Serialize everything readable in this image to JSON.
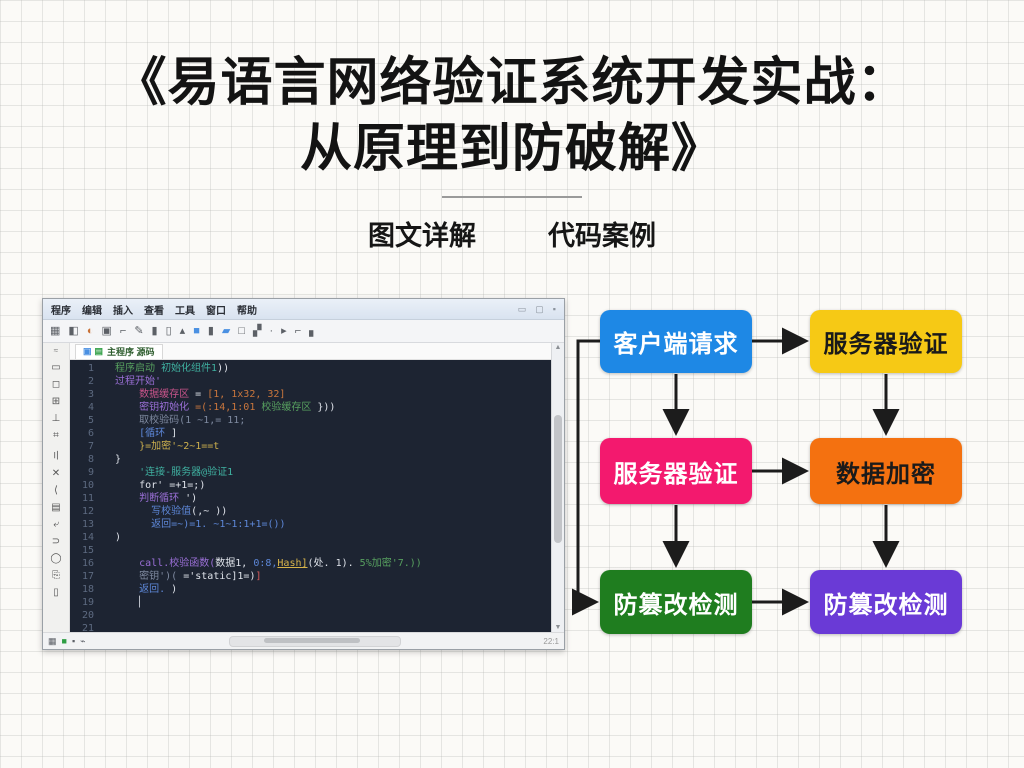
{
  "title": {
    "line1": "《易语言网络验证系统开发实战：",
    "line2": "从原理到防破解》"
  },
  "subtitle": {
    "left": "图文详解",
    "right": "代码案例"
  },
  "ide": {
    "menu": {
      "items": [
        "程序",
        "编辑",
        "插入",
        "查看",
        "工具",
        "窗口",
        "帮助"
      ]
    },
    "window_controls": [
      "▭",
      "▢",
      "▪"
    ],
    "toolbar": {
      "icons": [
        {
          "g": "▦",
          "c": "gry"
        },
        {
          "g": "◧",
          "c": "gry"
        },
        {
          "g": "◐",
          "c": "org"
        },
        {
          "g": "▣",
          "c": "gry"
        },
        {
          "g": "⌐",
          "c": "gry"
        },
        {
          "g": "✎",
          "c": "gry"
        },
        {
          "g": "▮",
          "c": "gry"
        },
        {
          "g": "▯",
          "c": "gry"
        },
        {
          "g": "▴",
          "c": "gry"
        },
        {
          "g": "■",
          "c": "blu"
        },
        {
          "g": "▮",
          "c": "gry"
        },
        {
          "g": "▰",
          "c": "blu"
        },
        {
          "g": "□",
          "c": "gry"
        },
        {
          "g": "▞",
          "c": "gry"
        },
        {
          "g": "·",
          "c": "gry"
        },
        {
          "g": "▸",
          "c": "gry"
        },
        {
          "g": "⌐",
          "c": "gry"
        },
        {
          "g": "▖",
          "c": "gry"
        }
      ]
    },
    "left_toolbar": {
      "top_label": "≈",
      "icons": [
        "▭",
        "◻",
        "⊞",
        "⊥",
        "⌗",
        "〢",
        "✕",
        "⟨",
        "▤",
        "⤶",
        "⊃",
        "◯",
        "⎘",
        "▯"
      ]
    },
    "tabbar": {
      "tab_icons": [
        {
          "g": "▣",
          "c": "blu"
        },
        {
          "g": "▤",
          "c": "grn2"
        }
      ],
      "tab_label": "主程序 源码"
    },
    "editor": {
      "lines": [
        {
          "n": "1",
          "tokens": [
            {
              "t": "  程序启动 ",
              "c": "grn"
            },
            {
              "t": "初始化组件1",
              "c": "tea"
            },
            {
              "t": "))",
              "c": "wht"
            }
          ]
        },
        {
          "n": "2",
          "tokens": [
            {
              "t": "  过程开始'",
              "c": "pur"
            }
          ]
        },
        {
          "n": "3",
          "tokens": [
            {
              "t": "      数据缓存区",
              "c": "pnk"
            },
            {
              "t": " = ",
              "c": "wht"
            },
            {
              "t": "[1, 1x32, 32]",
              "c": "org"
            }
          ]
        },
        {
          "n": "4",
          "tokens": [
            {
              "t": "      密钥初始化",
              "c": "pur"
            },
            {
              "t": " =(:14,1:01 ",
              "c": "org"
            },
            {
              "t": "校验缓存区",
              "c": "grn"
            },
            {
              "t": " }))",
              "c": "wht"
            }
          ]
        },
        {
          "n": "5",
          "tokens": [
            {
              "t": "      取校验码(1 ~1,= 11;",
              "c": "gry"
            }
          ]
        },
        {
          "n": "6",
          "tokens": [
            {
              "t": "      [循环 ",
              "c": "blu"
            },
            {
              "t": "]",
              "c": "wht"
            }
          ]
        },
        {
          "n": "7",
          "tokens": [
            {
              "t": "      }=加密'~2~1==t",
              "c": "yel"
            }
          ]
        },
        {
          "n": "8",
          "tokens": [
            {
              "t": "  }",
              "c": "wht"
            }
          ]
        },
        {
          "n": "9",
          "tokens": [
            {
              "t": "      '连接-服务器@验证1",
              "c": "tea"
            }
          ]
        },
        {
          "n": "10",
          "tokens": [
            {
              "t": "      for' =+1=;)",
              "c": "wht"
            }
          ]
        },
        {
          "n": "11",
          "tokens": [
            {
              "t": "      判断循环 ",
              "c": "pur"
            },
            {
              "t": "')",
              "c": "wht"
            }
          ]
        },
        {
          "n": "12",
          "tokens": [
            {
              "t": "        写校验值",
              "c": "blu"
            },
            {
              "t": "(,~ ))",
              "c": "wht"
            }
          ]
        },
        {
          "n": "13",
          "tokens": [
            {
              "t": "        返回=~)=1. ~1~1:1+1=())",
              "c": "blu"
            }
          ]
        },
        {
          "n": "14",
          "tokens": [
            {
              "t": "  )",
              "c": "wht"
            }
          ]
        },
        {
          "n": "15",
          "tokens": []
        },
        {
          "n": "16",
          "tokens": [
            {
              "t": "      call.校验函数(",
              "c": "pur"
            },
            {
              "t": "数据1, ",
              "c": "wht"
            },
            {
              "t": "0:8,",
              "c": "blu"
            },
            {
              "t": "Hash]",
              "c": "yelu"
            },
            {
              "t": "(处. 1). ",
              "c": "wht"
            },
            {
              "t": "5%加密'7.))",
              "c": "grn"
            }
          ]
        },
        {
          "n": "17",
          "tokens": [
            {
              "t": "      密钥')( ",
              "c": "gry"
            },
            {
              "t": "='static]1=)",
              "c": "wht"
            },
            {
              "t": "]",
              "c": "red"
            }
          ]
        },
        {
          "n": "18",
          "tokens": [
            {
              "t": "      返回. ",
              "c": "blu"
            },
            {
              "t": ")",
              "c": "wht"
            }
          ]
        },
        {
          "n": "19",
          "tokens": [
            {
              "t": "      ▏",
              "c": "wht"
            }
          ]
        },
        {
          "n": "20",
          "tokens": []
        },
        {
          "n": "21",
          "tokens": []
        }
      ]
    },
    "statusbar": {
      "left_icons": [
        {
          "g": "▦",
          "c": "gry"
        },
        {
          "g": "■",
          "c": "grn2"
        },
        {
          "g": "▪",
          "c": "gry"
        },
        {
          "g": "⌁",
          "c": "gry"
        }
      ],
      "right_text": "22:1"
    }
  },
  "flowchart": {
    "arrow_color": "#1c1c1c",
    "nodes": [
      {
        "id": "client-request",
        "label": "客户端请求",
        "color": "#1e88e5",
        "text_color": "#ffffff"
      },
      {
        "id": "server-verify-top",
        "label": "服务器验证",
        "color": "#f6c915",
        "text_color": "#1a1a1a"
      },
      {
        "id": "server-verify-mid",
        "label": "服务器验证",
        "color": "#f3196e",
        "text_color": "#ffffff"
      },
      {
        "id": "data-encrypt",
        "label": "数据加密",
        "color": "#f47110",
        "text_color": "#1a1a1a"
      },
      {
        "id": "tamper-detect-left",
        "label": "防篡改检测",
        "color": "#1f7d1f",
        "text_color": "#ffffff"
      },
      {
        "id": "tamper-detect-right",
        "label": "防篡改检测",
        "color": "#6a3ad6",
        "text_color": "#ffffff"
      }
    ],
    "edges": [
      {
        "from": "client-request",
        "to": "server-verify-top"
      },
      {
        "from": "client-request",
        "to": "server-verify-mid"
      },
      {
        "from": "server-verify-top",
        "to": "data-encrypt"
      },
      {
        "from": "server-verify-mid",
        "to": "data-encrypt"
      },
      {
        "from": "server-verify-mid",
        "to": "tamper-detect-left"
      },
      {
        "from": "data-encrypt",
        "to": "tamper-detect-right"
      },
      {
        "from": "tamper-detect-left",
        "to": "tamper-detect-right"
      },
      {
        "from": "client-request",
        "to": "tamper-detect-left",
        "via": "left-bypass"
      }
    ]
  }
}
